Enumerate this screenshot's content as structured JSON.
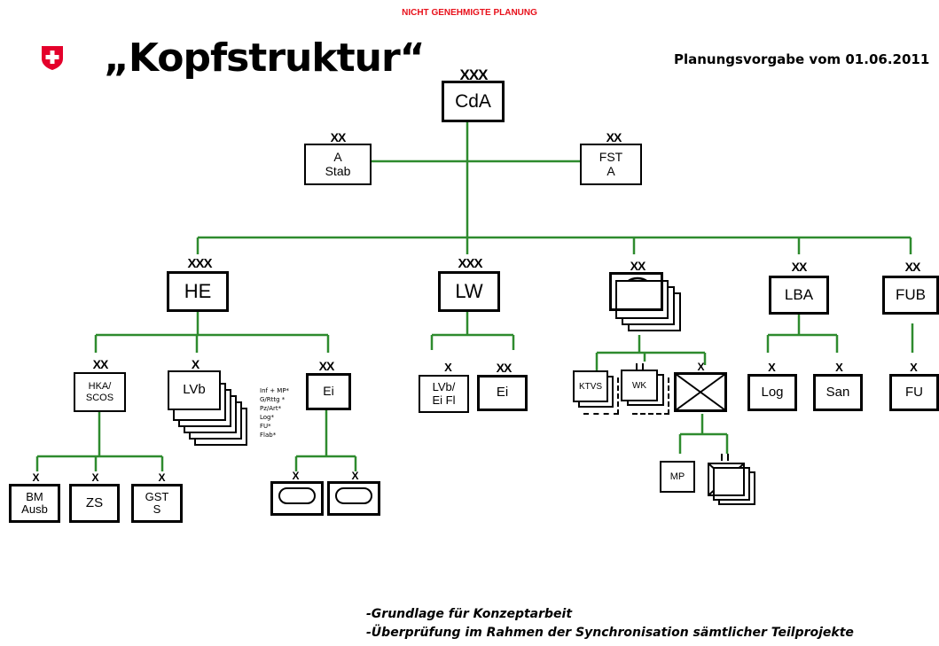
{
  "header": {
    "warning": "NICHT GENEHMIGTE PLANUNG",
    "title": "„Kopfstruktur“",
    "subtitle": "Planungsvorgabe vom 01.06.2011"
  },
  "nodes": {
    "cda": {
      "echelon": "XXX",
      "label": "CdA"
    },
    "astab": {
      "echelon": "XX",
      "label": "A\nStab"
    },
    "fsta": {
      "echelon": "XX",
      "label": "FST\nA"
    },
    "he": {
      "echelon": "XXX",
      "label": "HE"
    },
    "lw": {
      "echelon": "XXX",
      "label": "LW"
    },
    "center": {
      "echelon": "XX",
      "label": ""
    },
    "lba": {
      "echelon": "XX",
      "label": "LBA"
    },
    "fub": {
      "echelon": "XX",
      "label": "FUB"
    },
    "hka": {
      "echelon": "XX",
      "label": "HKA/\nSCOS"
    },
    "lvb": {
      "echelon": "X",
      "label": "LVb"
    },
    "ei_he": {
      "echelon": "XX",
      "label": "Ei"
    },
    "lvbeifl": {
      "echelon": "X",
      "label": "LVb/\nEi Fl"
    },
    "ei_lw": {
      "echelon": "XX",
      "label": "Ei"
    },
    "ktvs": {
      "echelon": "",
      "label": "KTVS"
    },
    "wk": {
      "echelon": "",
      "label": "WK"
    },
    "xbox": {
      "echelon": "X",
      "label": ""
    },
    "mp": {
      "echelon": "",
      "label": "MP"
    },
    "log": {
      "echelon": "X",
      "label": "Log"
    },
    "san": {
      "echelon": "X",
      "label": "San"
    },
    "fu": {
      "echelon": "X",
      "label": "FU"
    },
    "bmausb": {
      "echelon": "X",
      "label": "BM\nAusb"
    },
    "zs": {
      "echelon": "X",
      "label": "ZS"
    },
    "gsts": {
      "echelon": "X",
      "label": "GST\nS"
    },
    "arm1": {
      "echelon": "X",
      "label": ""
    },
    "arm2": {
      "echelon": "X",
      "label": ""
    }
  },
  "lvb_list": [
    "Inf + MP*",
    "G/Rttg *",
    "Pz/Art*",
    "Log*",
    "FU*",
    "Flab*"
  ],
  "notes": [
    "-Grundlage für Konzeptarbeit",
    "-Überprüfung im Rahmen der Synchronisation sämtlicher Teilprojekte"
  ],
  "colors": {
    "line": "#2e8b2e",
    "warning": "#e8101a",
    "swiss_red": "#e4002b"
  }
}
